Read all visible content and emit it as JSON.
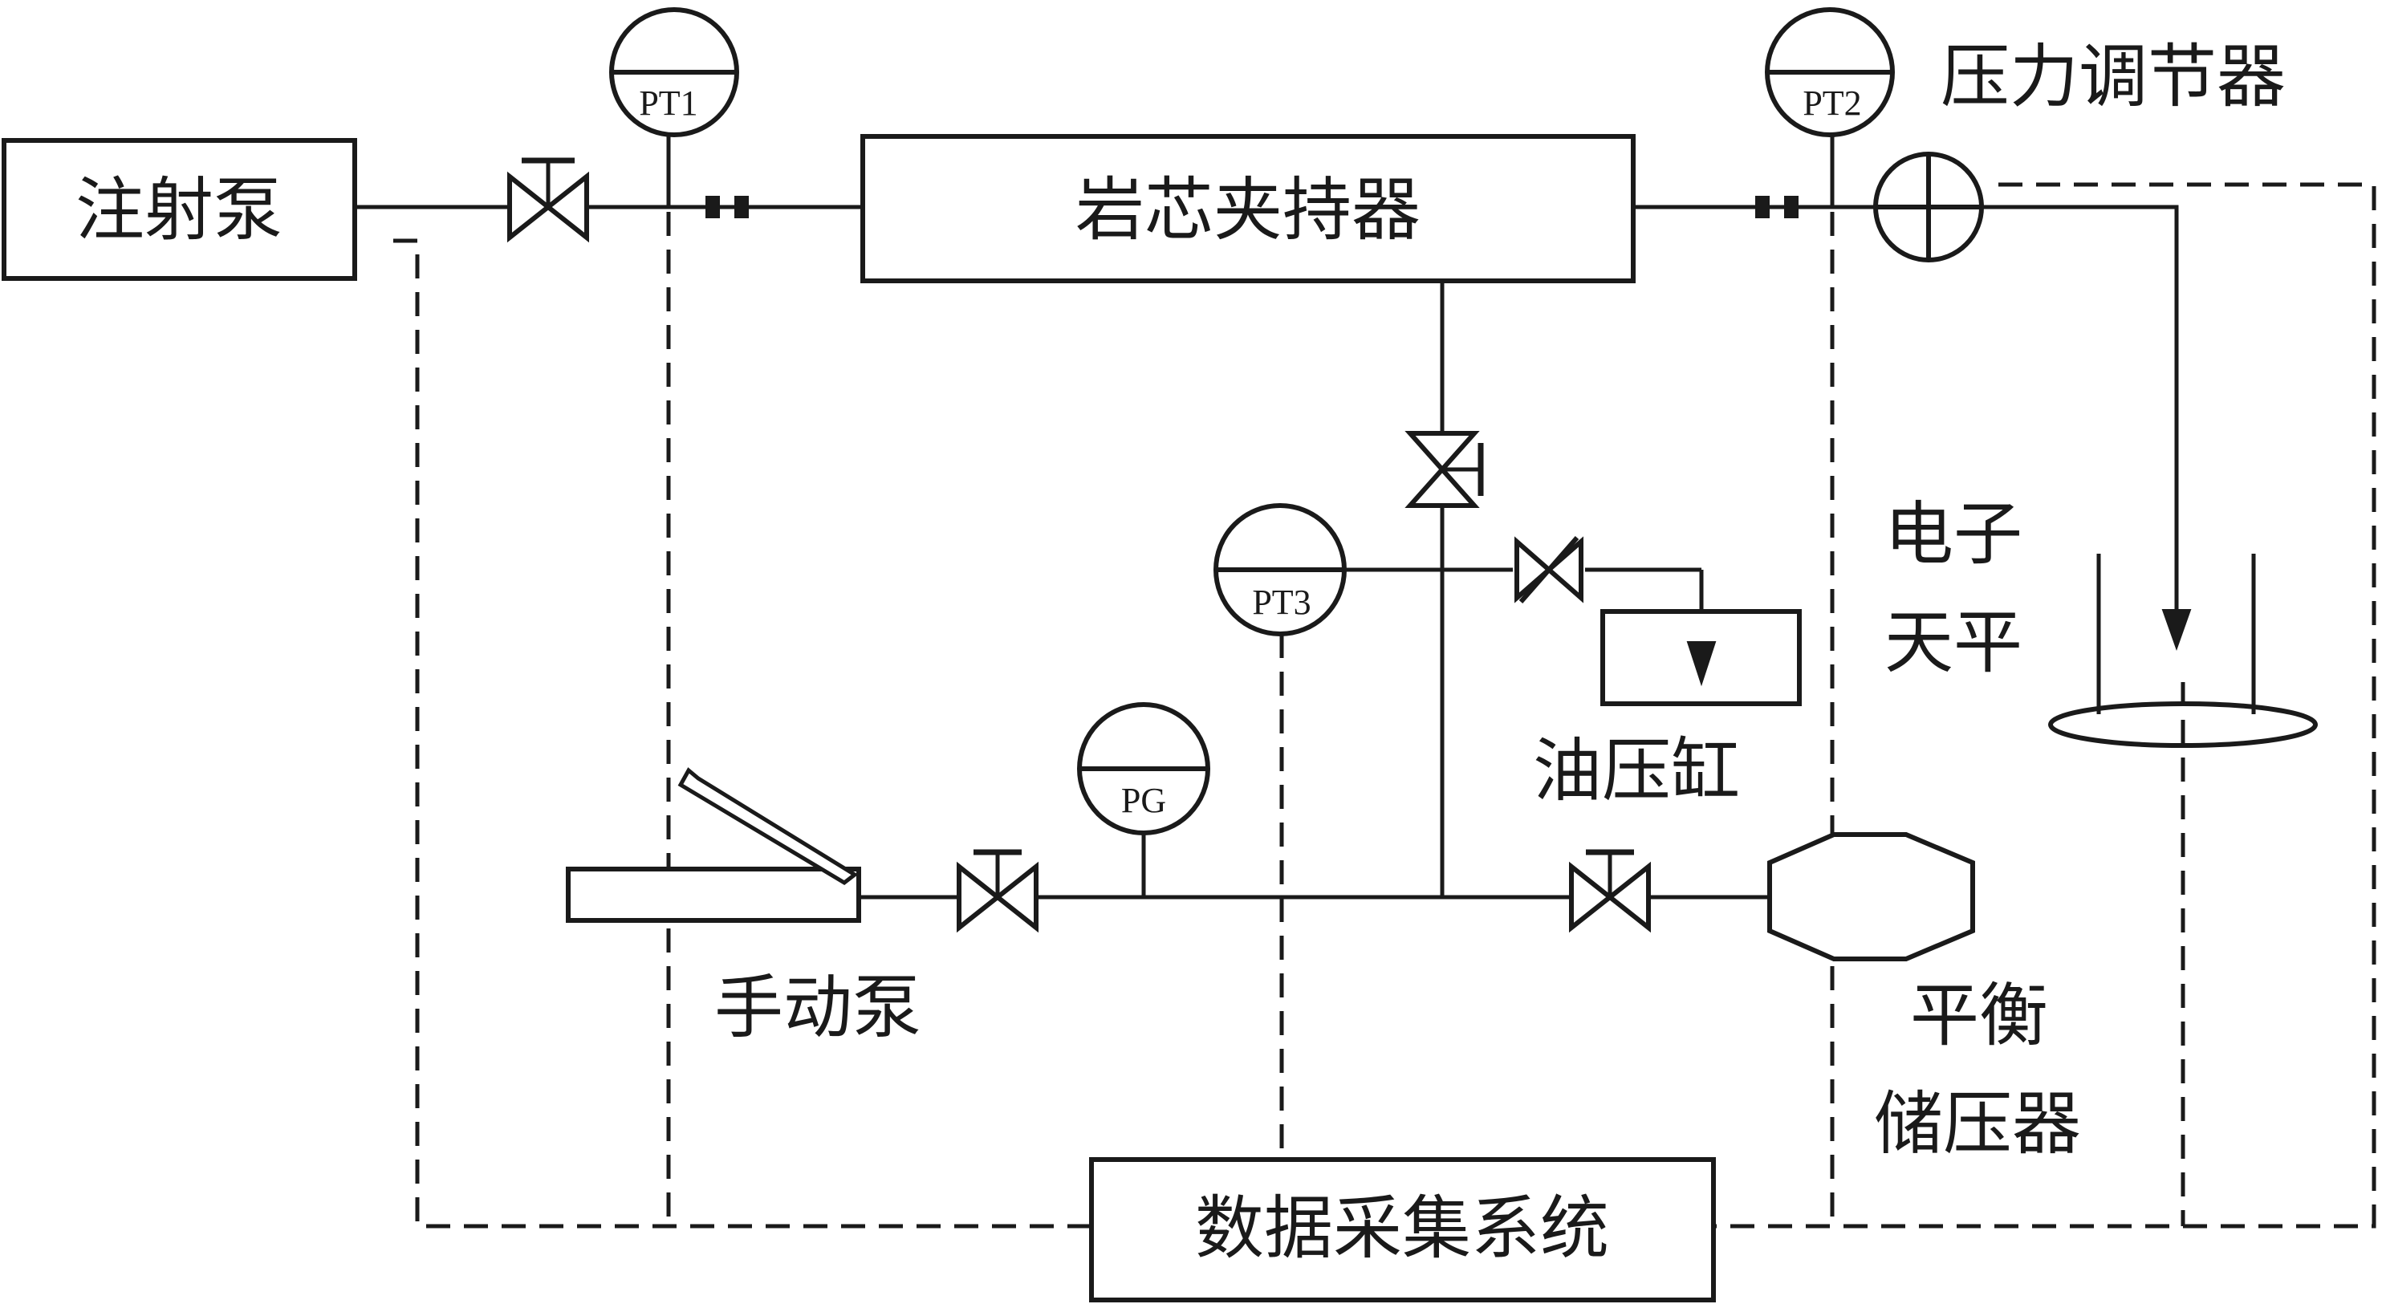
{
  "labels": {
    "injection_pump": "注射泵",
    "core_holder": "岩芯夹持器",
    "pressure_regulator": "压力调节器",
    "electronic_balance_line1": "电子",
    "electronic_balance_line2": "天平",
    "oil_cylinder": "油压缸",
    "hand_pump": "手动泵",
    "balance_accumulator_line1": "平衡",
    "balance_accumulator_line2": "储压器",
    "daq_system": "数据采集系统"
  },
  "gauges": {
    "pt1": "PT1",
    "pt2": "PT2",
    "pt3": "PT3",
    "pg": "PG"
  },
  "colors": {
    "line": "#1a1a1a",
    "background": "#ffffff"
  }
}
